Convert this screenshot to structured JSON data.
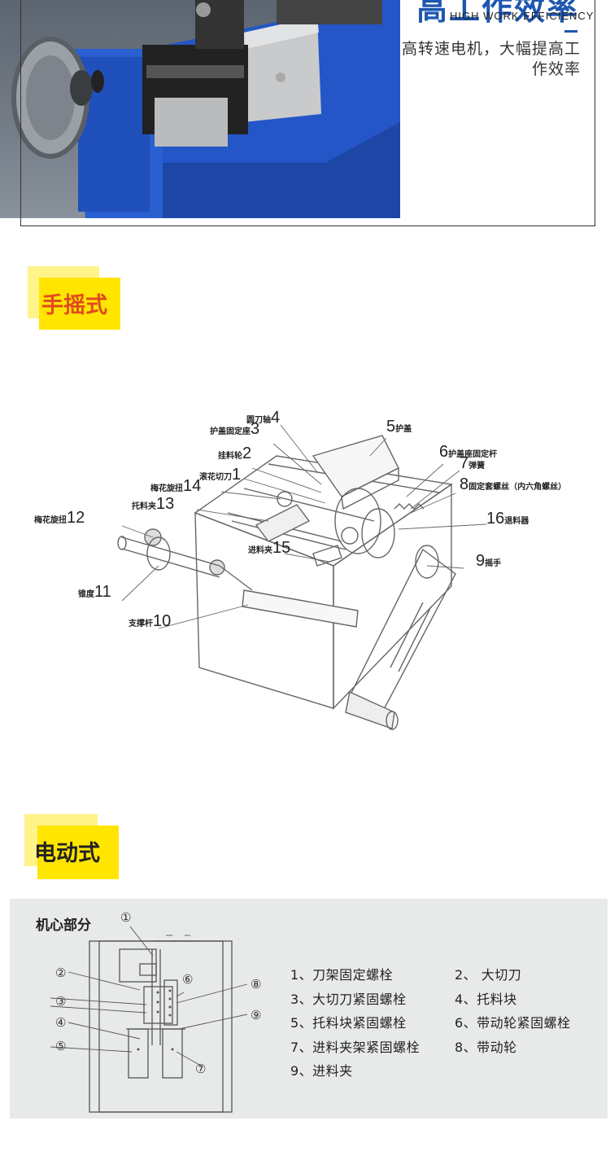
{
  "hero": {
    "title": "高工作效率",
    "subtitle": "HIGH WORK EFFICIENCY",
    "description": "高转速电机，大幅提高工作效率"
  },
  "sections": {
    "manual": "手摇式",
    "electric": "电动式"
  },
  "diagram": {
    "callouts": [
      {
        "num": "4",
        "label": "圆刀轴"
      },
      {
        "num": "3",
        "label": "护盖固定座"
      },
      {
        "num": "5",
        "label": "护盖"
      },
      {
        "num": "2",
        "label": "挂料轮"
      },
      {
        "num": "1",
        "label": "滚花切刀"
      },
      {
        "num": "6",
        "label": "护盖座固定杆"
      },
      {
        "num": "7",
        "label": "弹簧"
      },
      {
        "num": "8",
        "label": "固定套螺丝（内六角螺丝）"
      },
      {
        "num": "14",
        "label": "梅花旋扭"
      },
      {
        "num": "13",
        "label": "托料夹"
      },
      {
        "num": "12",
        "label": "梅花旋扭"
      },
      {
        "num": "16",
        "label": "退料器"
      },
      {
        "num": "15",
        "label": "进料夹"
      },
      {
        "num": "9",
        "label": "摇手"
      },
      {
        "num": "11",
        "label": "锥度"
      },
      {
        "num": "10",
        "label": "支撑杆"
      }
    ]
  },
  "core": {
    "title": "机心部分",
    "markers": [
      "①",
      "②",
      "③",
      "④",
      "⑤",
      "⑥",
      "⑦",
      "⑧",
      "⑨"
    ],
    "legend": [
      "1、刀架固定螺栓",
      "2、 大切刀",
      "3、大切刀紧固螺栓",
      "4、托料块",
      "5、托料块紧固螺栓",
      "6、带动轮紧固螺栓",
      "7、进料夹架紧固螺栓",
      "8、带动轮",
      "9、进料夹"
    ]
  },
  "colors": {
    "brand_blue": "#1e56b0",
    "tag_yellow": "#ffe500",
    "tag_red_text": "#e24a1e",
    "panel_gray": "#e8eaea"
  }
}
